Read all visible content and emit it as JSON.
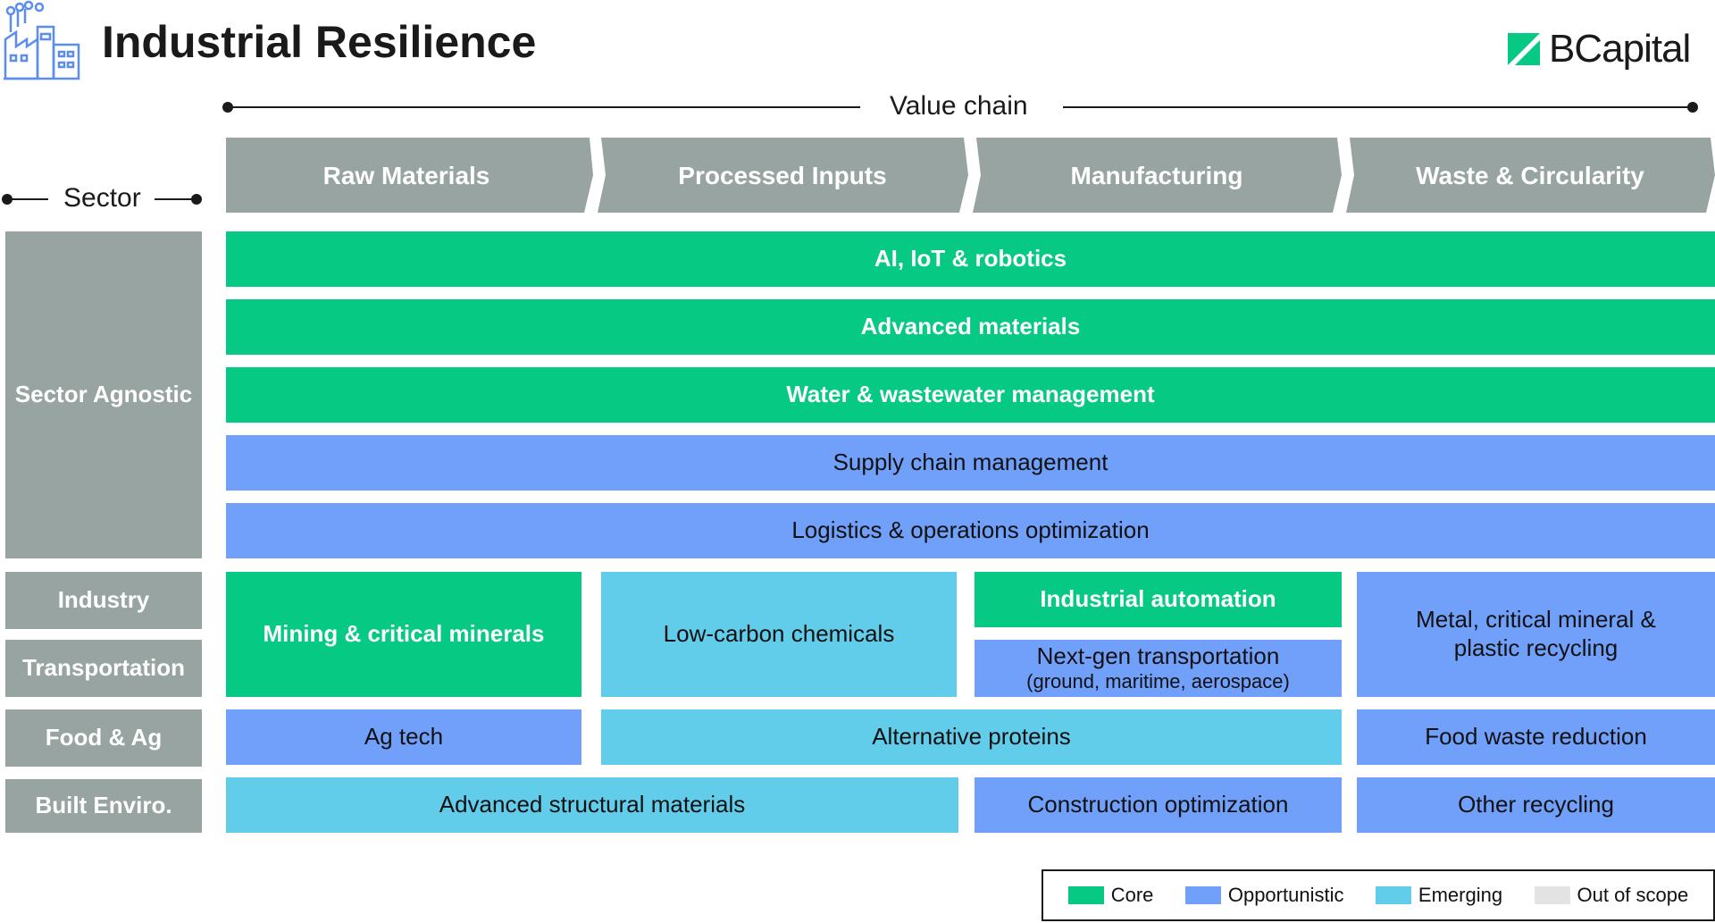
{
  "title": "Industrial Resilience",
  "logo": {
    "text": "BCapital",
    "color": "#06c984"
  },
  "value_chain_label": "Value chain",
  "sector_label": "Sector",
  "stages": [
    "Raw Materials",
    "Processed Inputs",
    "Manufacturing",
    "Waste & Circularity"
  ],
  "sectors": {
    "agnostic": "Sector Agnostic",
    "industry": "Industry",
    "transportation": "Transportation",
    "food": "Food & Ag",
    "built": "Built Enviro."
  },
  "rows": {
    "ai": "AI, IoT & robotics",
    "materials": "Advanced materials",
    "water": "Water & wastewater management",
    "supply": "Supply chain management",
    "logistics": "Logistics & operations optimization"
  },
  "cells": {
    "mining": "Mining & critical minerals",
    "chemicals": "Low-carbon chemicals",
    "automation": "Industrial automation",
    "nextgen": "Next-gen transportation",
    "nextgen_sub": "(ground, maritime, aerospace)",
    "metal": "Metal, critical mineral & plastic recycling",
    "agtech": "Ag tech",
    "proteins": "Alternative proteins",
    "foodwaste": "Food waste reduction",
    "structural": "Advanced structural materials",
    "construction": "Construction optimization",
    "recycling": "Other recycling"
  },
  "legend": [
    {
      "label": "Core",
      "color": "#06c984"
    },
    {
      "label": "Opportunistic",
      "color": "#71a0fb"
    },
    {
      "label": "Emerging",
      "color": "#62cceb"
    },
    {
      "label": "Out of scope",
      "color": "#e3e3e3"
    }
  ],
  "colors": {
    "core": "#06c984",
    "opportunistic": "#71a0fb",
    "emerging": "#62cceb",
    "sector": "#98a4a1"
  },
  "icons": {
    "header": "factory-icon",
    "logo": "b-capital-logo-mark"
  }
}
